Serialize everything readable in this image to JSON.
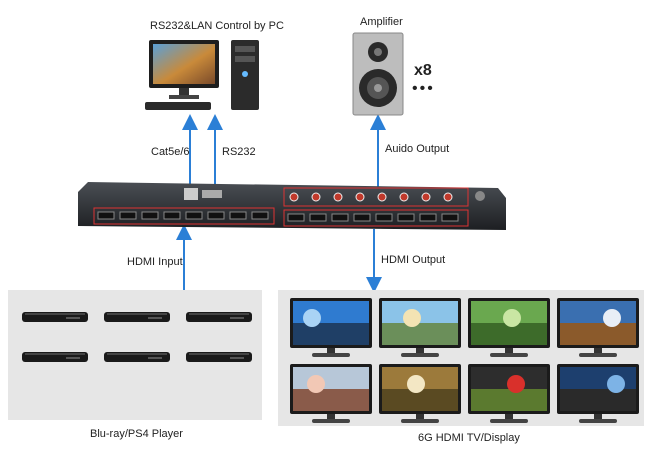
{
  "pc": {
    "caption": "RS232&LAN Control by PC"
  },
  "amplifier": {
    "caption": "Amplifier",
    "multiplier": "x8",
    "dots": "•••"
  },
  "links": {
    "cat": "Cat5e/6",
    "rs232": "RS232",
    "audio_output": "Auido Output",
    "hdmi_input": "HDMI Input",
    "hdmi_output": "HDMI Output"
  },
  "sources": {
    "caption": "Blu-ray/PS4 Player",
    "count": 6
  },
  "displays": {
    "caption": "6G HDMI TV/Display",
    "count": 8
  },
  "colors": {
    "arrow": "#2b7fd6",
    "panel": "#e6e6e6",
    "chassis": "#2c2f33"
  }
}
